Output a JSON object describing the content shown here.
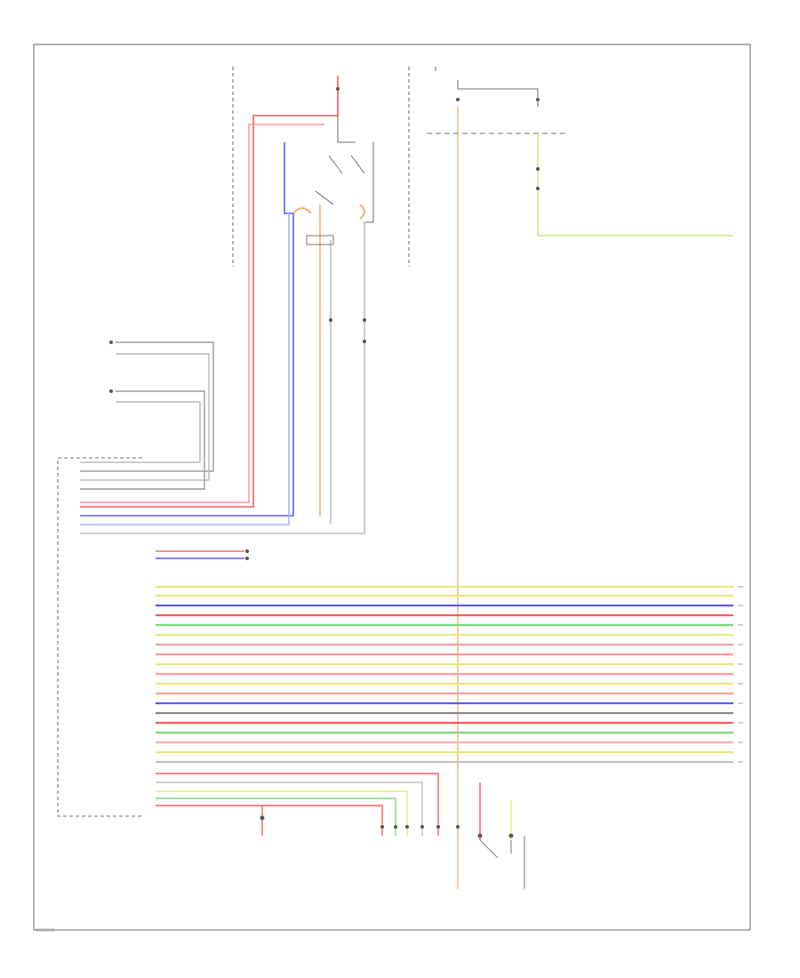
{
  "frame_label": "W000000",
  "colors": {
    "frame": "#666666",
    "wire_red": "#ff5a5a",
    "wire_pink": "#ff9c9c",
    "wire_blue": "#5a5aff",
    "wire_lightblue": "#aab0ff",
    "wire_yellow": "#e8e87a",
    "wire_green": "#7ad97a",
    "wire_orange": "#f4b070",
    "wire_gray": "#888888",
    "wire_lightgray": "#c0c0c0",
    "connector_dot": "#555555"
  },
  "wire_colors": [
    "wire_yellow",
    "wire_yellow",
    "wire_blue",
    "wire_red",
    "wire_green",
    "wire_yellow",
    "wire_pink",
    "wire_pink",
    "wire_yellow",
    "wire_pink",
    "wire_gray",
    "wire_blue",
    "wire_gray",
    "wire_red",
    "wire_green",
    "wire_lightgray",
    "wire_yellow",
    "wire_lightgray"
  ],
  "upper_feed_colors": [
    "wire_gray",
    "wire_gray",
    "wire_gray",
    "wire_red",
    "wire_red",
    "wire_orange",
    "wire_lightgray",
    "wire_lightgray",
    "wire_red",
    "wire_blue"
  ],
  "lower_feed_colors": [
    "wire_red",
    "wire_lightgray",
    "wire_yellow",
    "wire_green",
    "wire_red"
  ]
}
